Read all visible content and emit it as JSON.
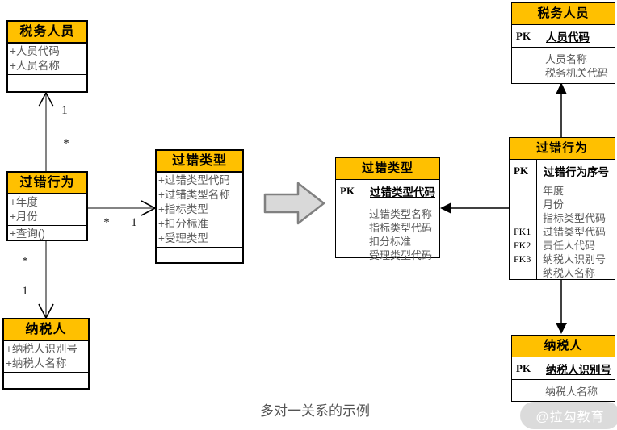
{
  "page": {
    "caption": "多对一关系的示例",
    "watermark": "@拉勾教育"
  },
  "colors": {
    "header_bg": "#FFC000",
    "body_text": "#595959",
    "big_arrow_fill": "#D9D9D9",
    "big_arrow_stroke": "#808080"
  },
  "uml": {
    "tax_officer": {
      "title": "税务人员",
      "attributes": [
        "+人员代码",
        "+人员名称"
      ]
    },
    "error_behavior": {
      "title": "过错行为",
      "attributes": [
        "+年度",
        "+月份"
      ],
      "methods": [
        "+查询()"
      ]
    },
    "taxpayer": {
      "title": "纳税人",
      "attributes": [
        "+纳税人识别号",
        "+纳税人名称"
      ]
    },
    "error_type": {
      "title": "过错类型",
      "attributes": [
        "+过错类型代码",
        "+过错类型名称",
        "+指标类型",
        "+扣分标准",
        "+受理类型"
      ]
    }
  },
  "multiplicity": {
    "officer_end": "1",
    "behavior_to_officer_end": "*",
    "behavior_to_type_end": "*",
    "type_end": "1",
    "behavior_to_taxpayer_end": "*",
    "taxpayer_end": "1"
  },
  "er": {
    "tax_officer": {
      "title": "税务人员",
      "pk_label": "PK",
      "pk_field": "人员代码",
      "rows": [
        {
          "key": "",
          "field": "人员名称"
        },
        {
          "key": "",
          "field": "税务机关代码"
        }
      ]
    },
    "error_behavior": {
      "title": "过错行为",
      "pk_label": "PK",
      "pk_field": "过错行为序号",
      "rows": [
        {
          "key": "",
          "field": "年度"
        },
        {
          "key": "",
          "field": "月份"
        },
        {
          "key": "",
          "field": "指标类型代码"
        },
        {
          "key": "FK1",
          "field": "过错类型代码"
        },
        {
          "key": "FK2",
          "field": "责任人代码"
        },
        {
          "key": "FK3",
          "field": "纳税人识别号"
        },
        {
          "key": "",
          "field": "纳税人名称"
        }
      ]
    },
    "error_type": {
      "title": "过错类型",
      "pk_label": "PK",
      "pk_field": "过错类型代码",
      "rows": [
        {
          "key": "",
          "field": "过错类型名称"
        },
        {
          "key": "",
          "field": "指标类型代码"
        },
        {
          "key": "",
          "field": "扣分标准"
        },
        {
          "key": "",
          "field": "受理类型代码"
        }
      ]
    },
    "taxpayer": {
      "title": "纳税人",
      "pk_label": "PK",
      "pk_field": "纳税人识别号",
      "rows": [
        {
          "key": "",
          "field": "纳税人名称"
        }
      ]
    }
  }
}
